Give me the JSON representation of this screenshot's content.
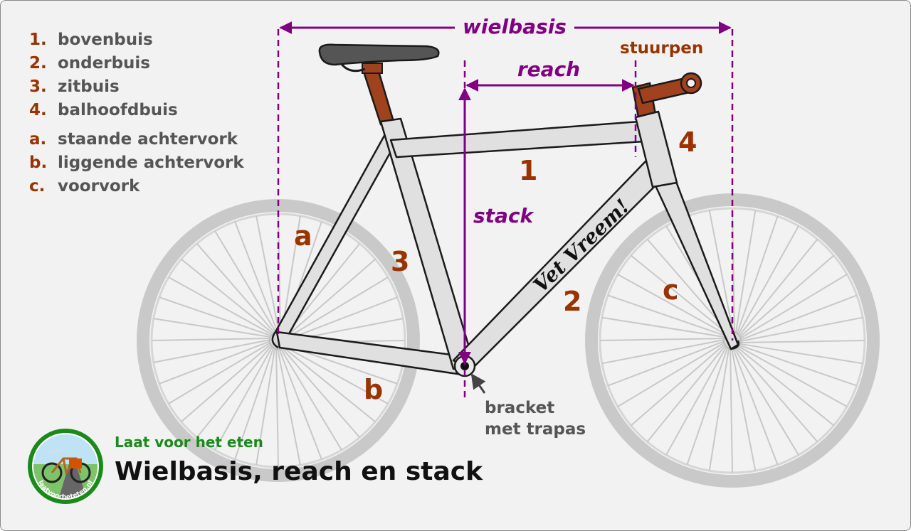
{
  "legend": [
    {
      "key": "1.",
      "label": "bovenbuis"
    },
    {
      "key": "2.",
      "label": "onderbuis"
    },
    {
      "key": "3.",
      "label": "zitbuis"
    },
    {
      "key": "4.",
      "label": "balhoofdbuis"
    },
    {
      "key": "a.",
      "label": "staande achtervork"
    },
    {
      "key": "b.",
      "label": "liggende achtervork"
    },
    {
      "key": "c.",
      "label": "voorvork"
    }
  ],
  "dimensions": {
    "wielbasis": "wielbasis",
    "reach": "reach",
    "stack": "stack"
  },
  "parts": {
    "n1": "1",
    "n2": "2",
    "n3": "3",
    "n4": "4",
    "a": "a",
    "b": "b",
    "c": "c"
  },
  "labels": {
    "stuurpen": "stuurpen",
    "bracket_line1": "bracket",
    "bracket_line2": "met trapas",
    "frame_text": "Vet Vreem!"
  },
  "branding": {
    "site": "Laat voor het eten",
    "title": "Wielbasis, reach en stack",
    "logo_text": "laatvoorheteten.nl"
  },
  "colors": {
    "accent_purple": "#800080",
    "number_brown": "#993300",
    "legend_gray": "#555555",
    "brand_green": "#1a8a1a",
    "stem_brown": "#a0421e"
  }
}
